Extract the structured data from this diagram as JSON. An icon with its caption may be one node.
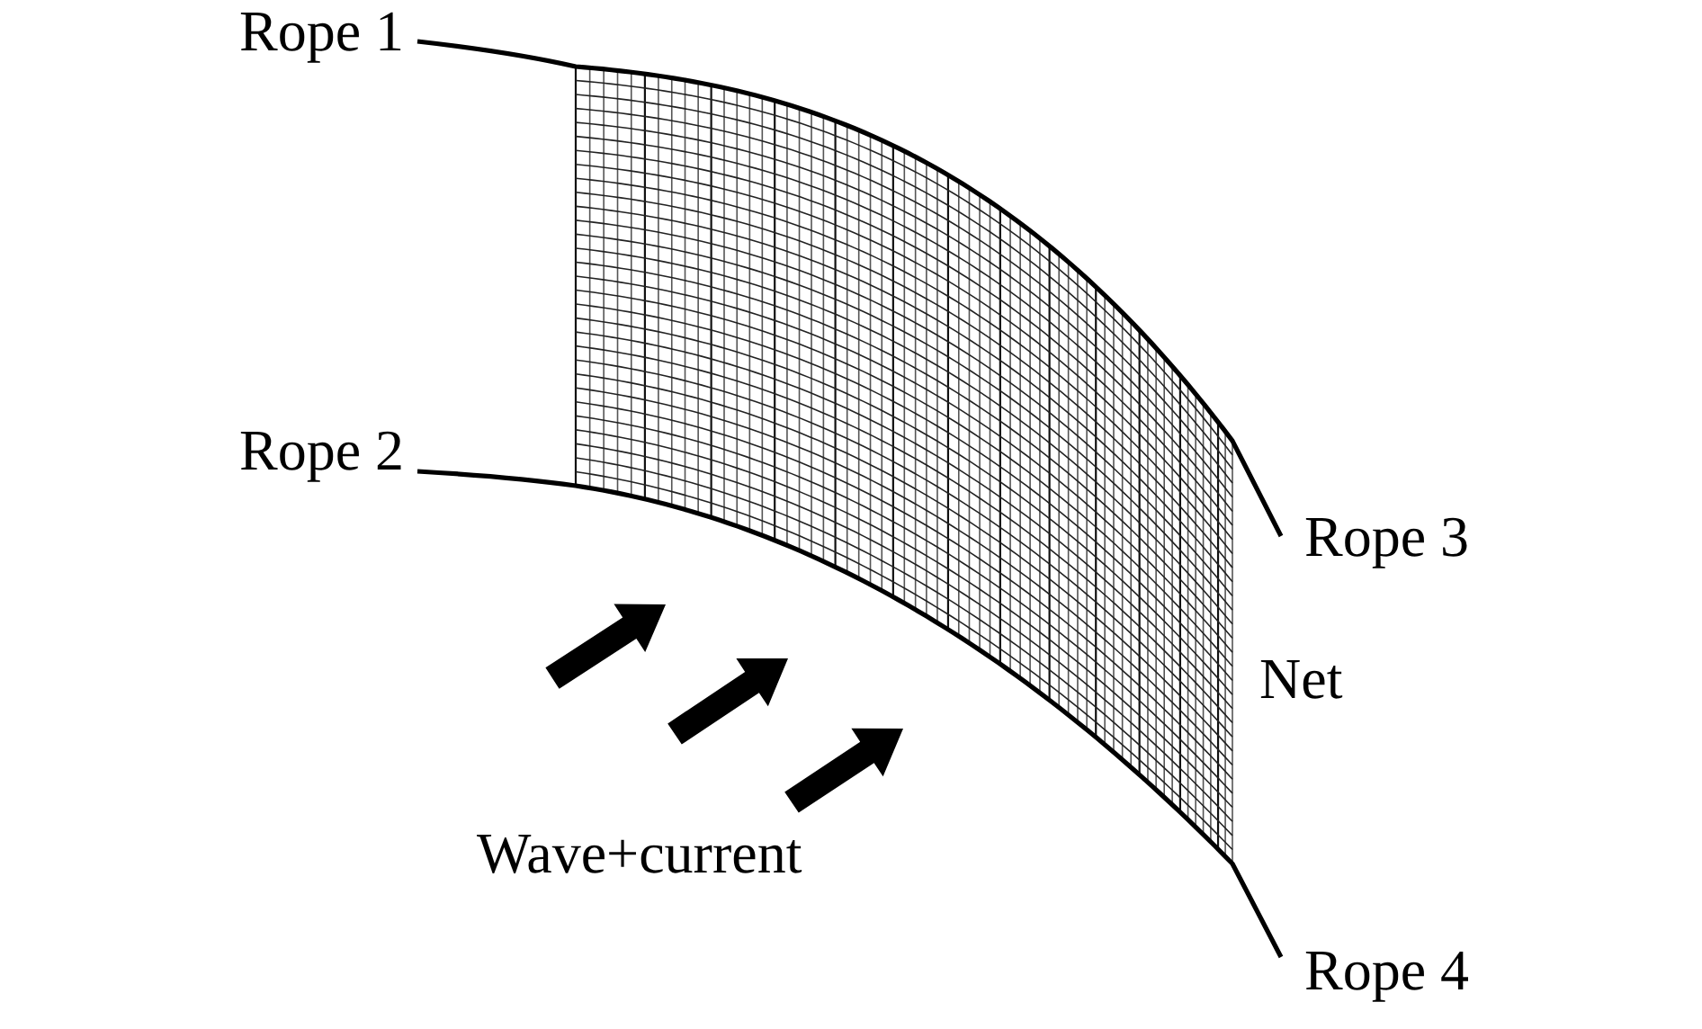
{
  "diagram": {
    "labels": [
      "Rope 1",
      "Rope 2",
      "Rope 3",
      "Net",
      "Wave+current",
      "Rope 4"
    ]
  }
}
